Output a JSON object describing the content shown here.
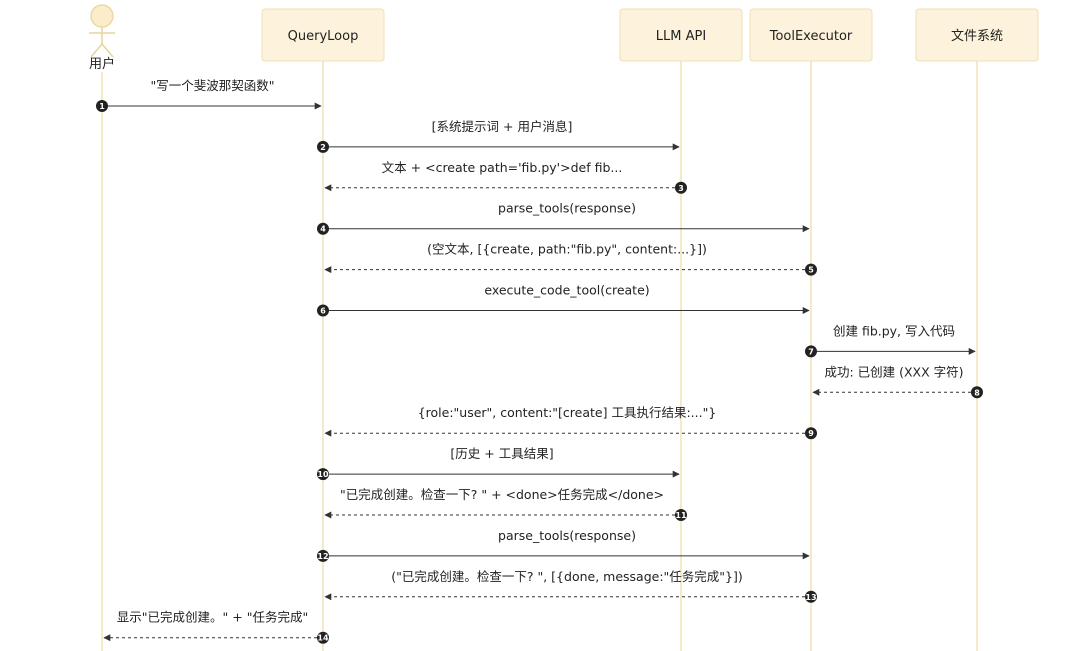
{
  "participants": [
    {
      "id": "user",
      "label": "用户",
      "kind": "actor"
    },
    {
      "id": "query",
      "label": "QueryLoop",
      "kind": "box"
    },
    {
      "id": "llm",
      "label": "LLM API",
      "kind": "box"
    },
    {
      "id": "tool",
      "label": "ToolExecutor",
      "kind": "box"
    },
    {
      "id": "fs",
      "label": "文件系统",
      "kind": "box"
    }
  ],
  "messages": [
    {
      "num": "1",
      "from": "user",
      "to": "query",
      "style": "solid",
      "label": "\"写一个斐波那契函数\""
    },
    {
      "num": "2",
      "from": "query",
      "to": "llm",
      "style": "solid",
      "label": "[系统提示词 + 用户消息]"
    },
    {
      "num": "3",
      "from": "llm",
      "to": "query",
      "style": "dashed",
      "label": "文本 + <create path='fib.py'>def fib..."
    },
    {
      "num": "4",
      "from": "query",
      "to": "tool",
      "style": "solid",
      "label": "parse_tools(response)"
    },
    {
      "num": "5",
      "from": "tool",
      "to": "query",
      "style": "dashed",
      "label": "(空文本, [{create, path:\"fib.py\", content:...}])"
    },
    {
      "num": "6",
      "from": "query",
      "to": "tool",
      "style": "solid",
      "label": "execute_code_tool(create)"
    },
    {
      "num": "7",
      "from": "tool",
      "to": "fs",
      "style": "solid",
      "label": "创建 fib.py, 写入代码"
    },
    {
      "num": "8",
      "from": "fs",
      "to": "tool",
      "style": "dashed",
      "label": "成功: 已创建 (XXX 字符)"
    },
    {
      "num": "9",
      "from": "tool",
      "to": "query",
      "style": "dashed",
      "label": "{role:\"user\", content:\"[create] 工具执行结果:...\"}"
    },
    {
      "num": "10",
      "from": "query",
      "to": "llm",
      "style": "solid",
      "label": "[历史 + 工具结果]"
    },
    {
      "num": "11",
      "from": "llm",
      "to": "query",
      "style": "dashed",
      "label": "\"已完成创建。检查一下? \" + <done>任务完成</done>"
    },
    {
      "num": "12",
      "from": "query",
      "to": "tool",
      "style": "solid",
      "label": "parse_tools(response)"
    },
    {
      "num": "13",
      "from": "tool",
      "to": "query",
      "style": "dashed",
      "label": "(\"已完成创建。检查一下? \", [{done, message:\"任务完成\"}])"
    },
    {
      "num": "14",
      "from": "query",
      "to": "user",
      "style": "dashed",
      "label": "显示\"已完成创建。\" + \"任务完成\""
    }
  ],
  "colors": {
    "box_fill": "#fdf3dc",
    "box_stroke": "#eedfb6",
    "lifeline": "#f0d9a4",
    "arrow": "#333333",
    "badge": "#222222",
    "actor_fill": "#fbedc9",
    "actor_stroke": "#e8d39a"
  }
}
